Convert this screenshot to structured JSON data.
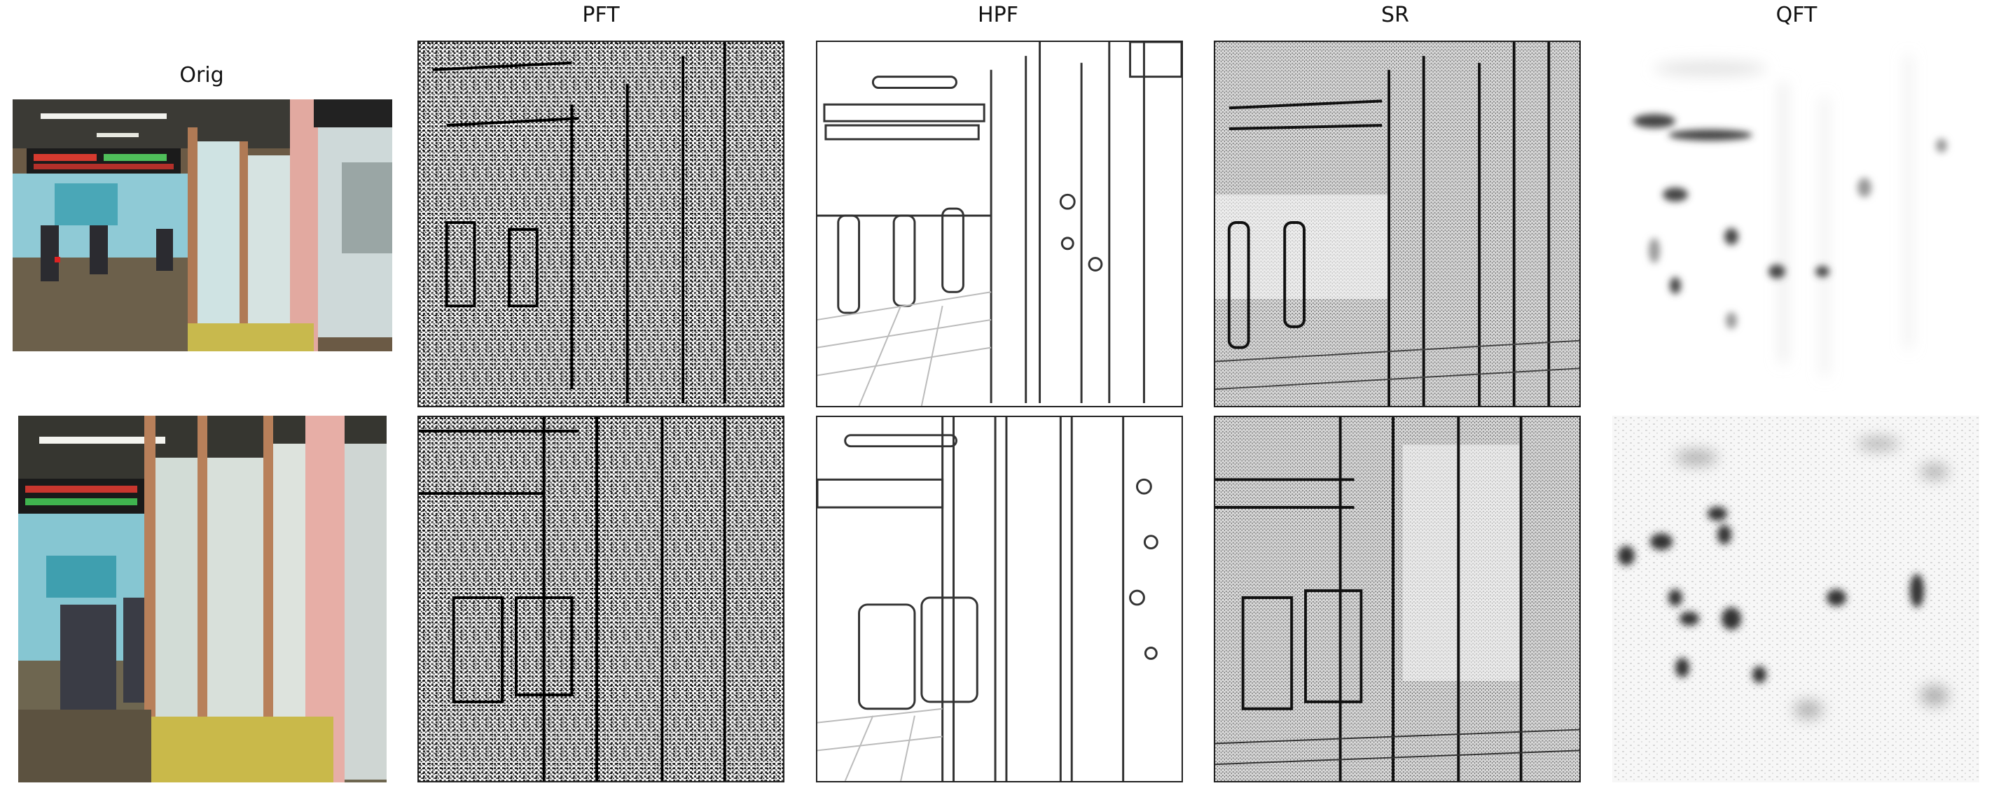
{
  "figure": {
    "columns": [
      {
        "key": "orig",
        "title": "Orig"
      },
      {
        "key": "pft",
        "title": "PFT"
      },
      {
        "key": "hpf",
        "title": "HPF"
      },
      {
        "key": "sr",
        "title": "SR"
      },
      {
        "key": "qft",
        "title": "QFT"
      }
    ],
    "rows": [
      {
        "photo": "station-ticket-gates-wide-view",
        "description_hidden": true
      },
      {
        "photo": "station-ticket-gates-close-view",
        "description_hidden": true
      }
    ]
  }
}
